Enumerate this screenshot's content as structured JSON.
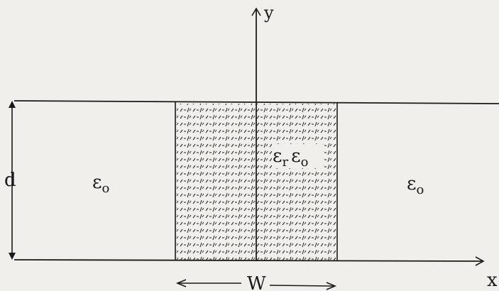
{
  "diagram": {
    "axis_x_label": "x",
    "axis_y_label": "y",
    "thickness_label": "d",
    "width_label": "W",
    "left_region": {
      "permittivity": "ε",
      "subscript": "o"
    },
    "right_region": {
      "permittivity": "ε",
      "subscript": "o"
    },
    "center_region": {
      "relative_symbol": "ε",
      "relative_subscript": "r",
      "free_symbol": "ε",
      "free_subscript": "o"
    },
    "colors": {
      "background": "#f1efec",
      "line": "#1a1a1a",
      "hatch": "#2b2b2b"
    }
  }
}
